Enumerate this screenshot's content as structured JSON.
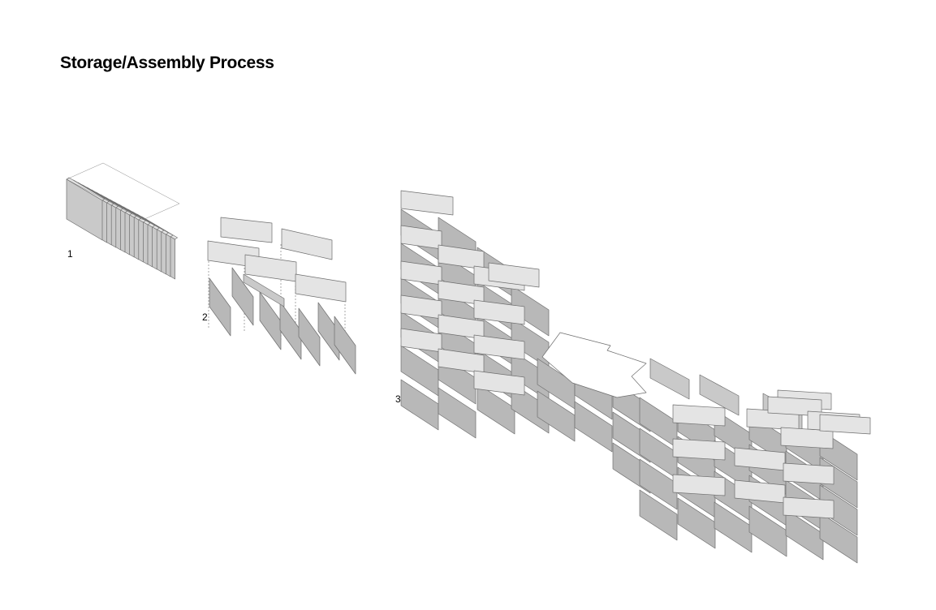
{
  "page": {
    "title": "Storage/Assembly Process"
  },
  "steps": [
    {
      "number": "1"
    },
    {
      "number": "2"
    },
    {
      "number": "3"
    }
  ],
  "colors": {
    "panel_light": "#e4e4e4",
    "panel_mid": "#c9c9c9",
    "panel_dark": "#b8b8b8",
    "outline": "#6e6e6e",
    "background": "#ffffff"
  }
}
